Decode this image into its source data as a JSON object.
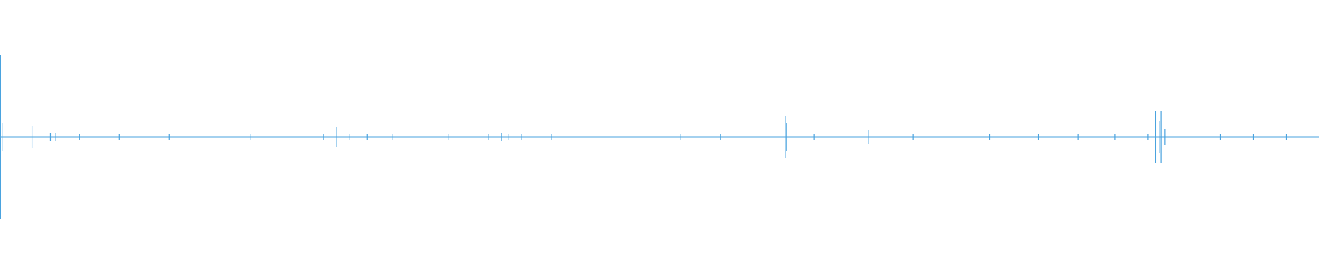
{
  "waveform": {
    "color": "#4aa3df",
    "background": "#ffffff",
    "spikes": [
      {
        "t": 0.0,
        "amp": 0.3
      },
      {
        "t": 0.002,
        "amp": 0.05
      },
      {
        "t": 0.024,
        "amp": 0.04
      },
      {
        "t": 0.038,
        "amp": 0.015
      },
      {
        "t": 0.042,
        "amp": 0.015
      },
      {
        "t": 0.06,
        "amp": 0.012
      },
      {
        "t": 0.09,
        "amp": 0.012
      },
      {
        "t": 0.128,
        "amp": 0.012
      },
      {
        "t": 0.19,
        "amp": 0.01
      },
      {
        "t": 0.245,
        "amp": 0.012
      },
      {
        "t": 0.255,
        "amp": 0.035
      },
      {
        "t": 0.265,
        "amp": 0.01
      },
      {
        "t": 0.278,
        "amp": 0.01
      },
      {
        "t": 0.297,
        "amp": 0.012
      },
      {
        "t": 0.34,
        "amp": 0.012
      },
      {
        "t": 0.37,
        "amp": 0.012
      },
      {
        "t": 0.38,
        "amp": 0.015
      },
      {
        "t": 0.385,
        "amp": 0.012
      },
      {
        "t": 0.395,
        "amp": 0.012
      },
      {
        "t": 0.418,
        "amp": 0.012
      },
      {
        "t": 0.516,
        "amp": 0.01
      },
      {
        "t": 0.546,
        "amp": 0.01
      },
      {
        "t": 0.595,
        "amp": 0.075
      },
      {
        "t": 0.596,
        "amp": 0.05
      },
      {
        "t": 0.617,
        "amp": 0.012
      },
      {
        "t": 0.658,
        "amp": 0.025
      },
      {
        "t": 0.692,
        "amp": 0.01
      },
      {
        "t": 0.75,
        "amp": 0.01
      },
      {
        "t": 0.787,
        "amp": 0.012
      },
      {
        "t": 0.817,
        "amp": 0.01
      },
      {
        "t": 0.845,
        "amp": 0.01
      },
      {
        "t": 0.87,
        "amp": 0.012
      },
      {
        "t": 0.876,
        "amp": 0.095
      },
      {
        "t": 0.879,
        "amp": 0.06
      },
      {
        "t": 0.88,
        "amp": 0.095
      },
      {
        "t": 0.883,
        "amp": 0.03
      },
      {
        "t": 0.925,
        "amp": 0.01
      },
      {
        "t": 0.95,
        "amp": 0.01
      },
      {
        "t": 0.975,
        "amp": 0.01
      }
    ]
  }
}
